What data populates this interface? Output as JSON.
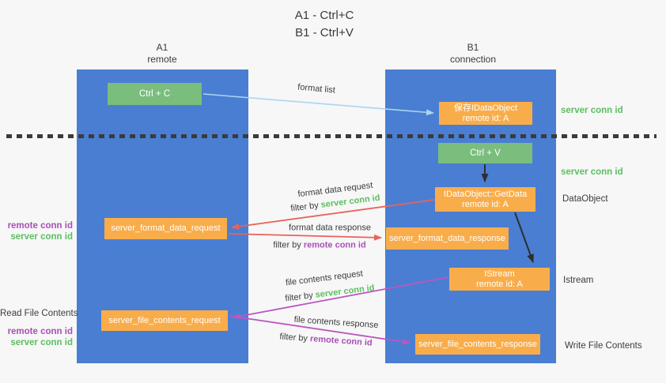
{
  "title": {
    "line1": "A1 - Ctrl+C",
    "line2": "B1 - Ctrl+V"
  },
  "lanes": {
    "left": {
      "id": "A1",
      "role": "remote"
    },
    "right": {
      "id": "B1",
      "role": "connection"
    }
  },
  "nodes": {
    "ctrl_c": {
      "label": "Ctrl + C"
    },
    "ctrl_v": {
      "label": "Ctrl + V"
    },
    "save_idataobject": {
      "line1": "保存IDataObject",
      "line2": "remote id: A"
    },
    "idataobject_getdata": {
      "line1": "IDataObject::GetData",
      "line2": "remote id: A"
    },
    "istream": {
      "line1": "IStream",
      "line2": "remote id: A"
    },
    "server_format_data_request": {
      "label": "server_format_data_request"
    },
    "server_format_data_response": {
      "label": "server_format_data_response"
    },
    "server_file_contents_request": {
      "label": "server_file_contents_request"
    },
    "server_file_contents_response": {
      "label": "server_file_contents_response"
    }
  },
  "edge_labels": {
    "format_list": "format list",
    "format_data_request": "format data request",
    "format_data_response": "format data response",
    "file_contents_request": "file contents request",
    "file_contents_response": "file contents response",
    "filter_by": "filter by ",
    "server_conn_id": "server conn id",
    "remote_conn_id": "remote conn id"
  },
  "annotations": {
    "right_top_server_conn_id": "server conn id",
    "right_mid_server_conn_id": "server conn id",
    "dataobject": "DataObject",
    "istream": "Istream",
    "write_file_contents": "Write File Contents",
    "left_remote_conn_id_1": "remote conn id",
    "left_server_conn_id_1": "server conn id",
    "read_file_contents": "Read File Contents",
    "left_remote_conn_id_2": "remote conn id",
    "left_server_conn_id_2": "server conn id"
  },
  "colors": {
    "lane_blue": "#4a7ed2",
    "node_green": "#7abd7d",
    "node_orange": "#f9ad4a",
    "arrow_light_blue": "#a9d5f0",
    "arrow_red": "#e8635c",
    "arrow_purple": "#bb57c0",
    "arrow_black": "#2e2e2e",
    "text_green": "#5cbe60",
    "text_purple": "#a84fb5",
    "background": "#f7f7f7"
  }
}
